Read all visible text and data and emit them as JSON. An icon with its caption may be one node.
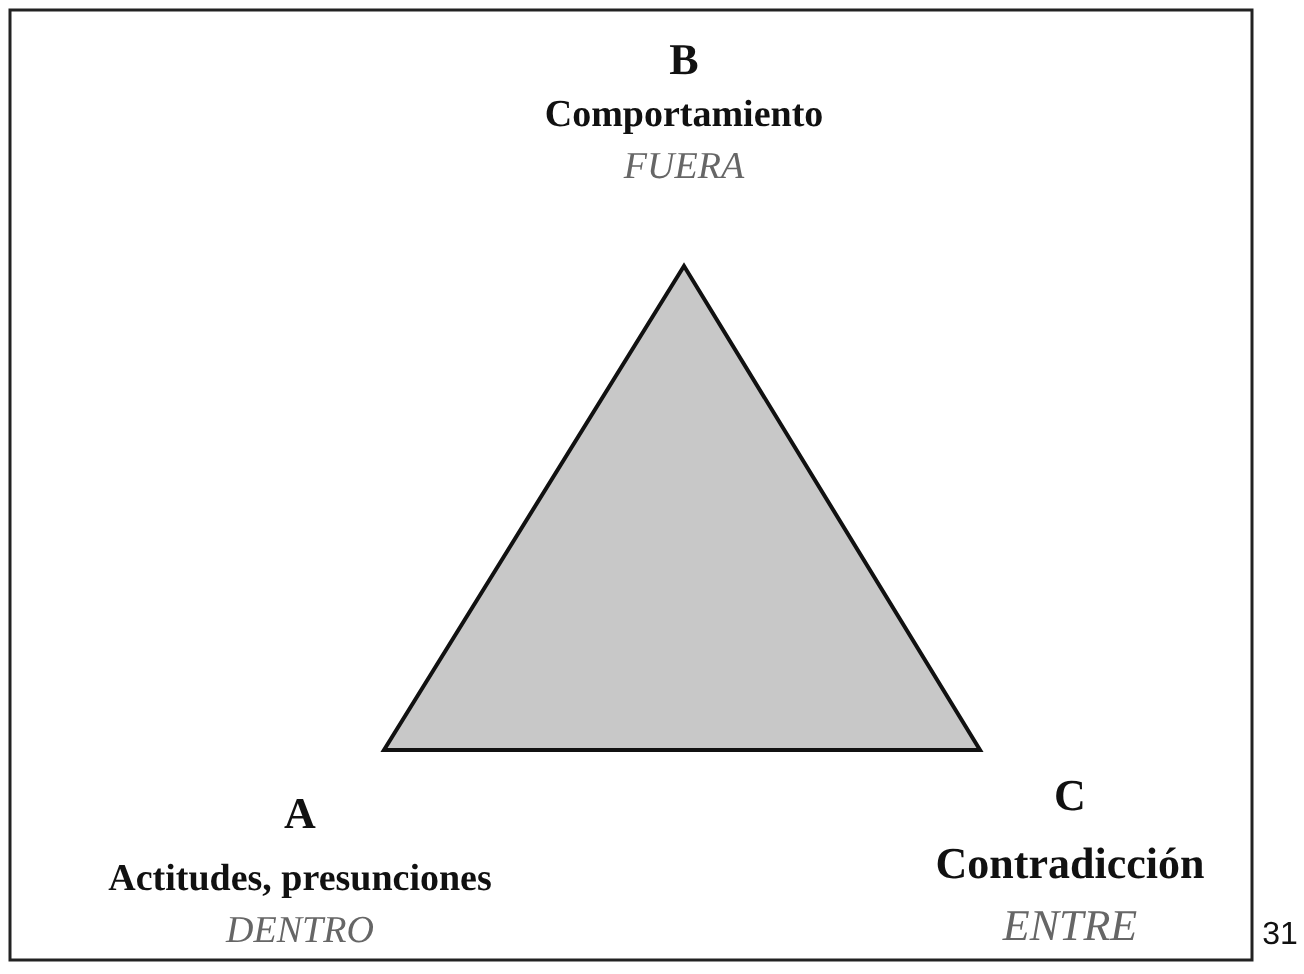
{
  "diagram": {
    "nodes": [
      {
        "text": [],
        "shape": "triangle"
      }
    ],
    "labels": [
      "B",
      "Comportamiento",
      "FUERA",
      "A",
      "Actitudes, presunciones",
      "DENTRO",
      "C",
      "Contradicción",
      "ENTRE",
      "31"
    ]
  }
}
